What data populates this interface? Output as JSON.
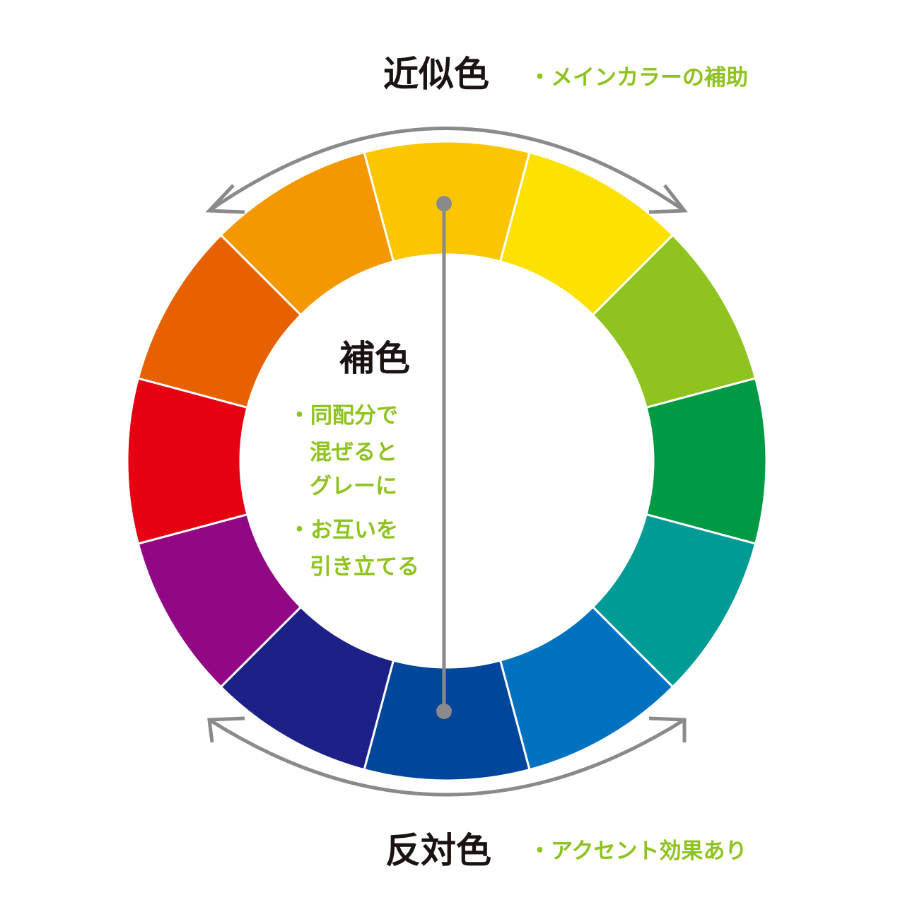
{
  "wheel": {
    "segments": [
      {
        "hue": "yellow-orange",
        "color": "#fbc600"
      },
      {
        "hue": "yellow",
        "color": "#fde100"
      },
      {
        "hue": "yellow-green",
        "color": "#8fc31f"
      },
      {
        "hue": "green",
        "color": "#009944"
      },
      {
        "hue": "blue-green",
        "color": "#009b95"
      },
      {
        "hue": "light-blue",
        "color": "#0071bf"
      },
      {
        "hue": "blue",
        "color": "#00469b"
      },
      {
        "hue": "indigo",
        "color": "#1d2087"
      },
      {
        "hue": "purple",
        "color": "#920783"
      },
      {
        "hue": "red",
        "color": "#e50012"
      },
      {
        "hue": "red-orange",
        "color": "#e86100"
      },
      {
        "hue": "orange",
        "color": "#f39800"
      }
    ]
  },
  "analogous": {
    "title": "近似色",
    "note": "・メインカラーの補助"
  },
  "complementary": {
    "title": "補色",
    "notes": [
      {
        "lines": [
          "・同配分で",
          "混ぜると",
          "グレーに"
        ]
      },
      {
        "lines": [
          "・お互いを",
          "引き立てる"
        ]
      }
    ]
  },
  "opposite": {
    "title": "反対色",
    "note": "・アクセント効果あり"
  },
  "colors": {
    "title_text": "#1a1311",
    "note_text": "#8ec21f",
    "arrow": "#8a8a8a"
  }
}
